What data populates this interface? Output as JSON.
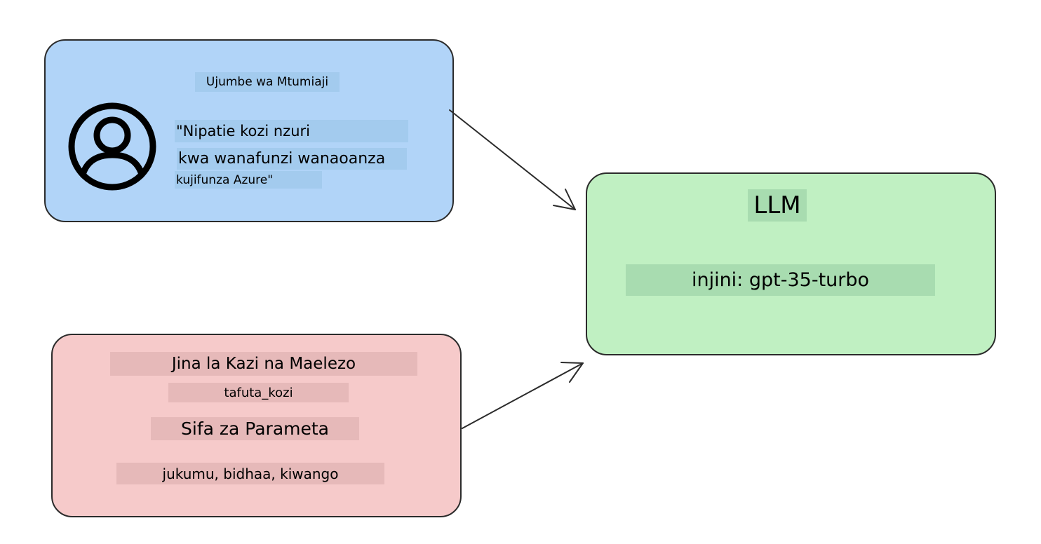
{
  "user_message": {
    "title": "Ujumbe wa Mtumiaji",
    "line1": "\"Nipatie kozi nzuri",
    "line2": "kwa wanafunzi wanaoanza",
    "line3": "kujifunza Azure\"",
    "icon": "user-avatar-icon",
    "fill_color": "#b1d4f8"
  },
  "llm": {
    "title": "LLM",
    "engine": "injini: gpt-35-turbo",
    "fill_color": "#c0f0c2"
  },
  "function": {
    "title": "Jina la Kazi na Maelezo",
    "name": "tafuta_kozi",
    "params_title": "Sifa za Parameta",
    "params": "jukumu, bidhaa, kiwango",
    "fill_color": "#f6caca"
  }
}
